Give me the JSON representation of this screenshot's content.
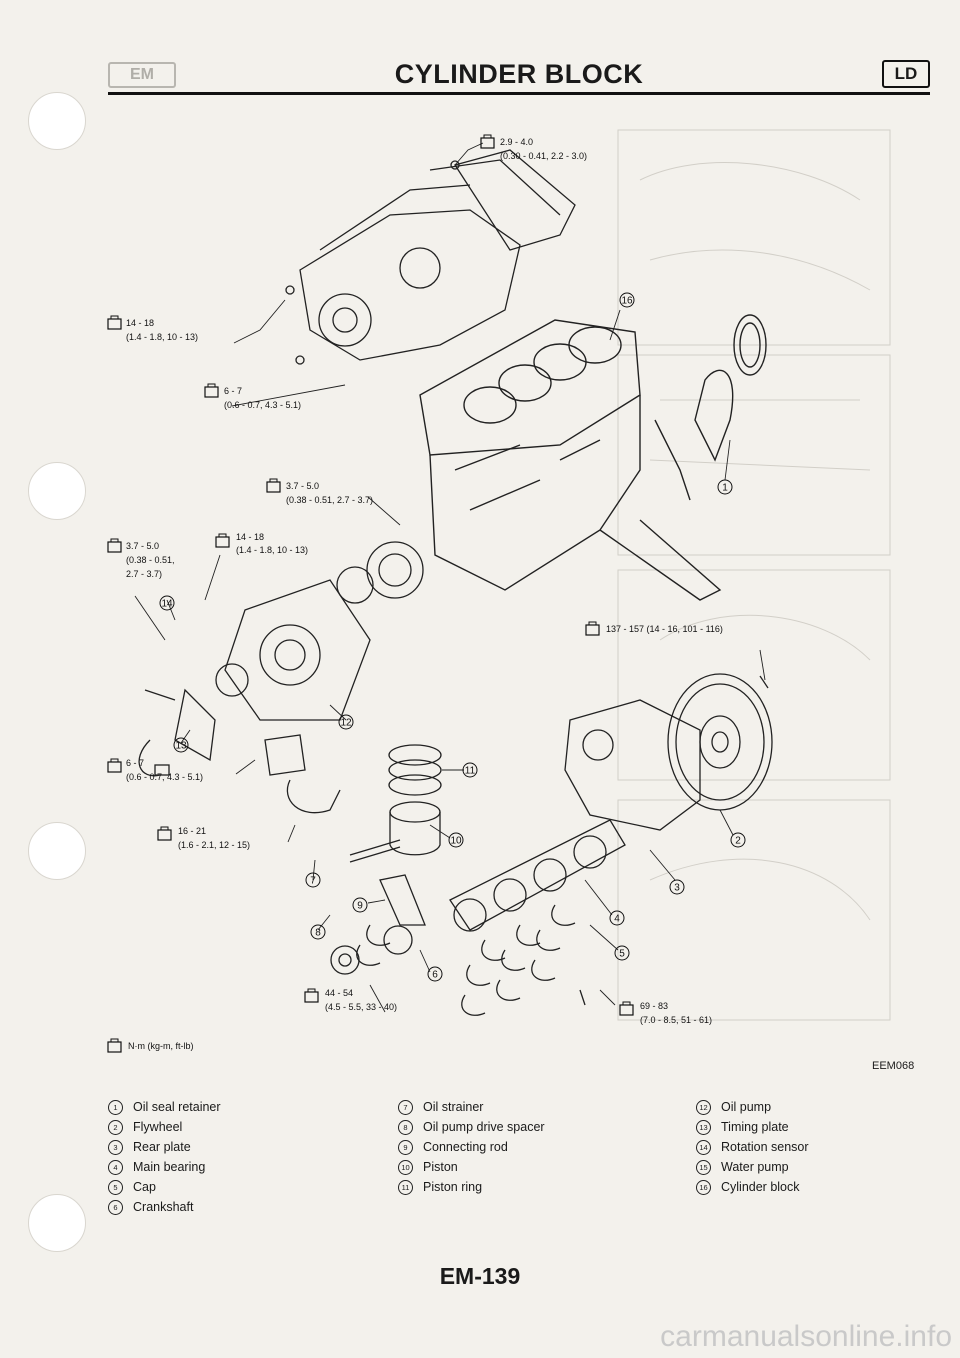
{
  "header": {
    "section_badge": "EM",
    "title": "CYLINDER BLOCK",
    "engine_badge": "LD"
  },
  "torque_labels": [
    {
      "line1": "2.9 - 4.0",
      "line2": "(0.30 - 0.41, 2.2 - 3.0)"
    },
    {
      "line1": "14 - 18",
      "line2": "(1.4 - 1.8, 10 - 13)"
    },
    {
      "line1": "6 - 7",
      "line2": "(0.6 - 0.7, 4.3 - 5.1)"
    },
    {
      "line1": "3.7 - 5.0",
      "line2": "(0.38 - 0.51, 2.7 - 3.7)"
    },
    {
      "line1": "3.7 - 5.0",
      "line2": "(0.38 - 0.51,",
      "line3": "2.7 - 3.7)"
    },
    {
      "line1": "14 - 18",
      "line2": "(1.4 - 1.8, 10 - 13)"
    },
    {
      "line1": "137 - 157 (14 - 16, 101 - 116)"
    },
    {
      "line1": "6 - 7",
      "line2": "(0.6 - 0.7, 4.3 - 5.1)"
    },
    {
      "line1": "16 - 21",
      "line2": "(1.6 - 2.1, 12 - 15)"
    },
    {
      "line1": "44 - 54",
      "line2": "(4.5 - 5.5, 33 - 40)"
    },
    {
      "line1": "69 - 83",
      "line2": "(7.0 - 8.5, 51 - 61)"
    }
  ],
  "unit_note": "N·m (kg-m, ft-lb)",
  "figure_code": "EEM068",
  "legend": [
    {
      "num": "1",
      "label": "Oil seal retainer"
    },
    {
      "num": "2",
      "label": "Flywheel"
    },
    {
      "num": "3",
      "label": "Rear plate"
    },
    {
      "num": "4",
      "label": "Main bearing"
    },
    {
      "num": "5",
      "label": "Cap"
    },
    {
      "num": "6",
      "label": "Crankshaft"
    },
    {
      "num": "7",
      "label": "Oil strainer"
    },
    {
      "num": "8",
      "label": "Oil pump drive spacer"
    },
    {
      "num": "9",
      "label": "Connecting rod"
    },
    {
      "num": "10",
      "label": "Piston"
    },
    {
      "num": "11",
      "label": "Piston ring"
    },
    {
      "num": "12",
      "label": "Oil pump"
    },
    {
      "num": "13",
      "label": "Timing plate"
    },
    {
      "num": "14",
      "label": "Rotation sensor"
    },
    {
      "num": "15",
      "label": "Water pump"
    },
    {
      "num": "16",
      "label": "Cylinder block"
    }
  ],
  "page_number": "EM-139",
  "watermark": "carmanualsonline.info"
}
